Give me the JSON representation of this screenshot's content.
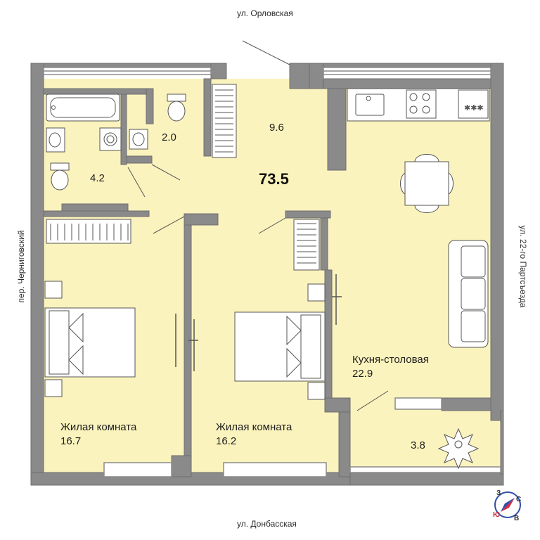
{
  "streets": {
    "top": "ул. Орловская",
    "bottom": "ул. Донбасская",
    "left": "пер. Черниговский",
    "right": "ул. 22-го Партсъезда"
  },
  "total_area": "73.5",
  "rooms": {
    "hall": {
      "area": "9.6"
    },
    "toilet": {
      "area": "2.0"
    },
    "bathroom": {
      "area": "4.2"
    },
    "bedroom1": {
      "name": "Жилая комната",
      "area": "16.7"
    },
    "bedroom2": {
      "name": "Жилая комната",
      "area": "16.2"
    },
    "kitchen": {
      "name": "Кухня-столовая",
      "area": "22.9"
    },
    "balcony": {
      "area": "3.8"
    }
  },
  "compass": {
    "west": "З",
    "north": "С",
    "south": "Ю",
    "east": "В"
  },
  "colors": {
    "floor": "#fbf3bd",
    "wall": "#8a8a8a",
    "wall_stroke": "#6f6f6f",
    "compass_arrow": "#d8293b",
    "compass_ring": "#2f4ea8"
  }
}
